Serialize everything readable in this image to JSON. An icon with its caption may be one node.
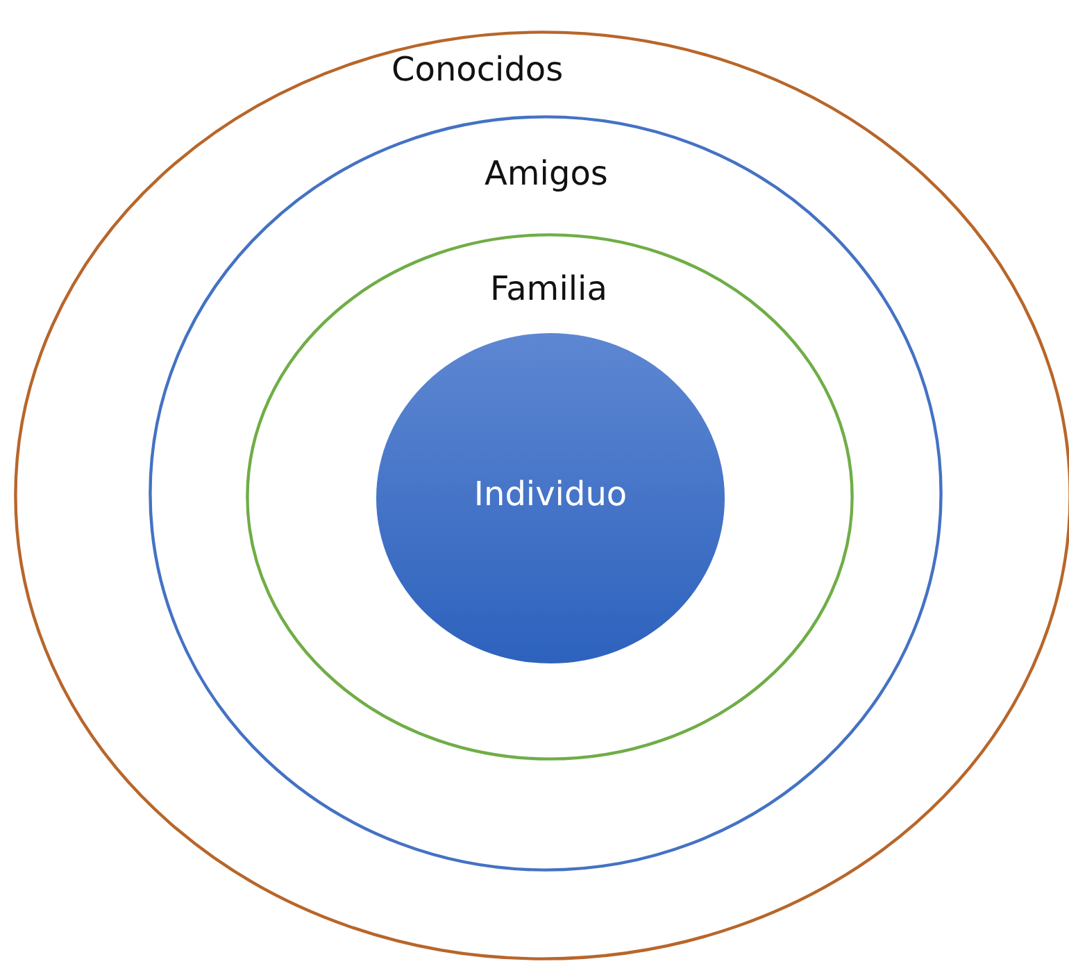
{
  "diagram": {
    "nodes": [
      {
        "text": [
          "Conocidos"
        ]
      },
      {
        "text": [
          "Amigos"
        ],
        "in": 0
      },
      {
        "text": [
          "Familia"
        ],
        "in": 1
      },
      {
        "text": [
          "Individuo"
        ],
        "in": 2
      }
    ]
  }
}
